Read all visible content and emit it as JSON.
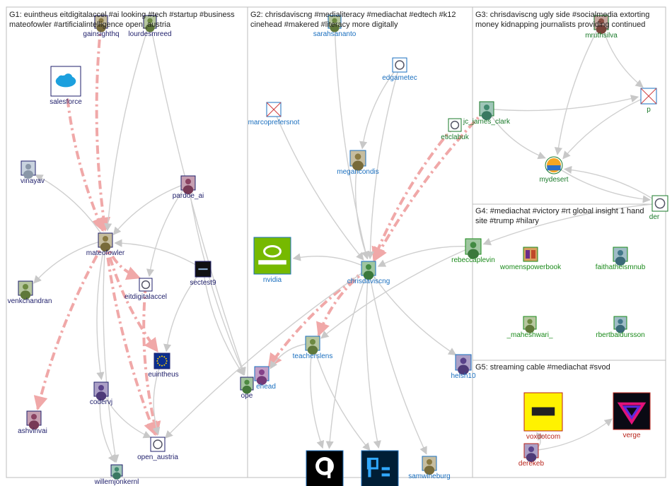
{
  "groups": [
    {
      "id": "G1",
      "lines": [
        "G1: euintheus eitdigitalaccel #ai looking #tech #startup #business",
        "mateofowler #artificialintelligence open_austria"
      ]
    },
    {
      "id": "G2",
      "lines": [
        "G2: chrisdaviscng #medialiteracy #mediachat #edtech #k12",
        "cinehead #makered #literacy more digitally"
      ]
    },
    {
      "id": "G3",
      "lines": [
        "G3: chrisdaviscng ugly side #socialmedia extorting",
        "money kidnapping journalists providing continued"
      ]
    },
    {
      "id": "G4",
      "lines": [
        "G4: #mediachat #victory #rt global insight 1 hand",
        "site #trump #hilary"
      ]
    },
    {
      "id": "G5",
      "lines": [
        "G5: streaming cable #mediachat #svod"
      ]
    }
  ],
  "nodes": [
    {
      "id": "gainsighthq",
      "label": "gainsighthq",
      "group": "G1",
      "icon": "avatar-icon"
    },
    {
      "id": "lourdesmreed",
      "label": "lourdesmreed",
      "group": "G1",
      "icon": "avatar-icon"
    },
    {
      "id": "salesforce",
      "label": "salesforce",
      "group": "G1",
      "icon": "salesforce-logo-icon"
    },
    {
      "id": "vinayav",
      "label": "vinayav",
      "group": "G1",
      "icon": "default-avatar-icon"
    },
    {
      "id": "pardoe_ai",
      "label": "pardoe_ai",
      "group": "G1",
      "icon": "avatar-icon"
    },
    {
      "id": "mateofowler",
      "label": "mateofowler",
      "group": "G1",
      "icon": "avatar-icon"
    },
    {
      "id": "sectest9",
      "label": "sectest9",
      "group": "G1",
      "icon": "security-image-icon"
    },
    {
      "id": "venkchandran",
      "label": "venkchandran",
      "group": "G1",
      "icon": "avatar-icon"
    },
    {
      "id": "eitdigitalaccel",
      "label": "eitdigitalaccel",
      "group": "G1",
      "icon": "logo-icon"
    },
    {
      "id": "euintheus",
      "label": "euintheus",
      "group": "G1",
      "icon": "eu-flag-icon"
    },
    {
      "id": "codervj",
      "label": "codervj",
      "group": "G1",
      "icon": "avatar-icon"
    },
    {
      "id": "ope",
      "label": "ope",
      "group": "G1",
      "icon": "avatar-icon"
    },
    {
      "id": "ashvinvai",
      "label": "ashvinvai",
      "group": "G1",
      "icon": "avatar-icon"
    },
    {
      "id": "open_austria",
      "label": "open_austria",
      "group": "G1",
      "icon": "logo-icon"
    },
    {
      "id": "willemjonkernl",
      "label": "willemjonkernl",
      "group": "G1",
      "icon": "avatar-icon"
    },
    {
      "id": "sarahsananto",
      "label": "sarahsananto",
      "group": "G2",
      "icon": "avatar-icon"
    },
    {
      "id": "edgametec",
      "label": "edgametec",
      "group": "G2",
      "icon": "logo-icon"
    },
    {
      "id": "marcoprefersnot",
      "label": "marcoprefersnot",
      "group": "G2",
      "icon": "broken-image-icon"
    },
    {
      "id": "megancondis",
      "label": "megancondis",
      "group": "G2",
      "icon": "avatar-icon"
    },
    {
      "id": "nvidia",
      "label": "nvidia",
      "group": "G2",
      "icon": "nvidia-logo-icon"
    },
    {
      "id": "chrisdaviscng",
      "label": "chrisdaviscng",
      "group": "G2",
      "icon": "avatar-icon"
    },
    {
      "id": "teacherslens",
      "label": "teacherslens",
      "group": "G2",
      "icon": "avatar-icon"
    },
    {
      "id": "cinehead",
      "label": "ehead",
      "group": "G2",
      "icon": "avatar-icon"
    },
    {
      "id": "helsh10",
      "label": "helsh10",
      "group": "G2",
      "icon": "avatar-icon"
    },
    {
      "id": "gettyimages",
      "label": "gettyimages",
      "group": "G2",
      "icon": "gettyimages-logo-icon"
    },
    {
      "id": "photoshop",
      "label": "photoshop",
      "group": "G2",
      "icon": "photoshop-logo-icon"
    },
    {
      "id": "samwineburg",
      "label": "samwineburg",
      "group": "G2",
      "icon": "avatar-icon"
    },
    {
      "id": "mruthsilva",
      "label": "mruthsilva",
      "group": "G3",
      "icon": "avatar-icon"
    },
    {
      "id": "p",
      "label": "p",
      "group": "G3",
      "icon": "broken-image-icon"
    },
    {
      "id": "jc_james_clark",
      "label": "jc_james_clark",
      "group": "G3",
      "icon": "avatar-icon"
    },
    {
      "id": "eticlabuk",
      "label": "eticlabuk",
      "group": "G3",
      "icon": "logo-icon"
    },
    {
      "id": "mydesert",
      "label": "mydesert",
      "group": "G3",
      "icon": "mydesert-logo-icon"
    },
    {
      "id": "der",
      "label": "der",
      "group": "G3",
      "icon": "logo-icon"
    },
    {
      "id": "rebeccaplevin",
      "label": "rebeccaplevin",
      "group": "G4",
      "icon": "avatar-icon"
    },
    {
      "id": "womenspowerbook",
      "label": "womenspowerbook",
      "group": "G4",
      "icon": "book-icon"
    },
    {
      "id": "faithatheismnub",
      "label": "faithatheismnub",
      "group": "G4",
      "icon": "avatar-icon"
    },
    {
      "id": "_maheshwari_",
      "label": "_maheshwari_",
      "group": "G4",
      "icon": "avatar-icon"
    },
    {
      "id": "rbertbaldursson",
      "label": "rbertbaldursson",
      "group": "G4",
      "icon": "avatar-icon"
    },
    {
      "id": "voxdotcom",
      "label": "voxdotcom",
      "group": "G5",
      "icon": "vox-logo-icon"
    },
    {
      "id": "verge",
      "label": "verge",
      "group": "G5",
      "icon": "verge-logo-icon"
    },
    {
      "id": "derekeb",
      "label": "derekeb",
      "group": "G5",
      "icon": "avatar-icon"
    }
  ],
  "edges": [
    [
      "salesforce",
      "mateofowler",
      true
    ],
    [
      "gainsighthq",
      "mateofowler",
      true
    ],
    [
      "lourdesmreed",
      "mateofowler",
      false
    ],
    [
      "mateofowler",
      "ashvinvai",
      true
    ],
    [
      "mateofowler",
      "euintheus",
      true
    ],
    [
      "mateofowler",
      "open_austria",
      true
    ],
    [
      "mateofowler",
      "eitdigitalaccel",
      true
    ],
    [
      "eitdigitalaccel",
      "open_austria",
      true
    ],
    [
      "mateofowler",
      "vinayav",
      false
    ],
    [
      "mateofowler",
      "venkchandran",
      false
    ],
    [
      "mateofowler",
      "codervj",
      false
    ],
    [
      "mateofowler",
      "willemjonkernl",
      false
    ],
    [
      "pardoe_ai",
      "mateofowler",
      false
    ],
    [
      "pardoe_ai",
      "ope",
      false
    ],
    [
      "pardoe_ai",
      "eitdigitalaccel",
      false
    ],
    [
      "sectest9",
      "mateofowler",
      false
    ],
    [
      "sectest9",
      "ope",
      false
    ],
    [
      "sectest9",
      "euintheus",
      false
    ],
    [
      "codervj",
      "open_austria",
      false
    ],
    [
      "codervj",
      "willemjonkernl",
      false
    ],
    [
      "euintheus",
      "open_austria",
      false
    ],
    [
      "lourdesmreed",
      "ope",
      false
    ],
    [
      "chrisdaviscng",
      "cinehead",
      true
    ],
    [
      "chrisdaviscng",
      "teacherslens",
      true
    ],
    [
      "eticlabuk",
      "chrisdaviscng",
      true
    ],
    [
      "jc_james_clark",
      "chrisdaviscng",
      true
    ],
    [
      "chrisdaviscng",
      "nvidia",
      false
    ],
    [
      "chrisdaviscng",
      "gettyimages",
      false
    ],
    [
      "chrisdaviscng",
      "photoshop",
      false
    ],
    [
      "chrisdaviscng",
      "samwineburg",
      false
    ],
    [
      "chrisdaviscng",
      "helsh10",
      false
    ],
    [
      "chrisdaviscng",
      "open_austria",
      false
    ],
    [
      "sarahsananto",
      "chrisdaviscng",
      false
    ],
    [
      "edgametec",
      "chrisdaviscng",
      false
    ],
    [
      "megancondis",
      "chrisdaviscng",
      false
    ],
    [
      "marcoprefersnot",
      "chrisdaviscng",
      false
    ],
    [
      "teacherslens",
      "gettyimages",
      false
    ],
    [
      "teacherslens",
      "photoshop",
      false
    ],
    [
      "teacherslens",
      "cinehead",
      false
    ],
    [
      "rebeccaplevin",
      "chrisdaviscng",
      false
    ],
    [
      "rebeccaplevin",
      "teacherslens",
      false
    ],
    [
      "mruthsilva",
      "p",
      false
    ],
    [
      "mruthsilva",
      "mydesert",
      false
    ],
    [
      "jc_james_clark",
      "p",
      false
    ],
    [
      "jc_james_clark",
      "mydesert",
      false
    ],
    [
      "mydesert",
      "der",
      false
    ],
    [
      "der",
      "rebeccaplevin",
      false
    ],
    [
      "der",
      "mydesert",
      false
    ],
    [
      "p",
      "mydesert",
      false
    ],
    [
      "derekeb",
      "verge",
      false
    ],
    [
      "derekeb",
      "voxdotcom",
      false
    ],
    [
      "edgametec",
      "megancondis",
      false
    ]
  ]
}
